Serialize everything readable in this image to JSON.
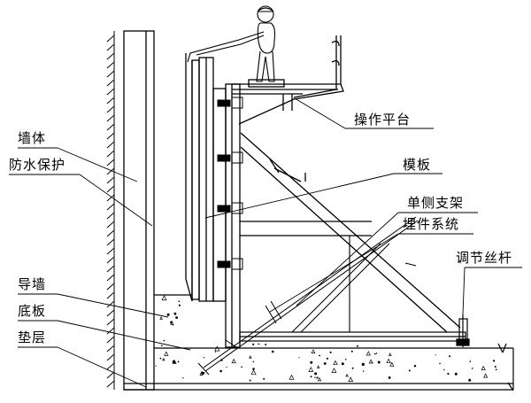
{
  "labels": {
    "wall_body": "墙体",
    "waterproof": "防水保护",
    "guide_wall": "导墙",
    "base_plate": "底板",
    "cushion": "垫层",
    "platform": "操作平台",
    "formwork": "模板",
    "single_bracket": "单侧支架",
    "embedded_system": "埋件系统",
    "adjust_screw": "调节丝杆"
  },
  "colors": {
    "line": "#000000",
    "background": "#ffffff"
  }
}
